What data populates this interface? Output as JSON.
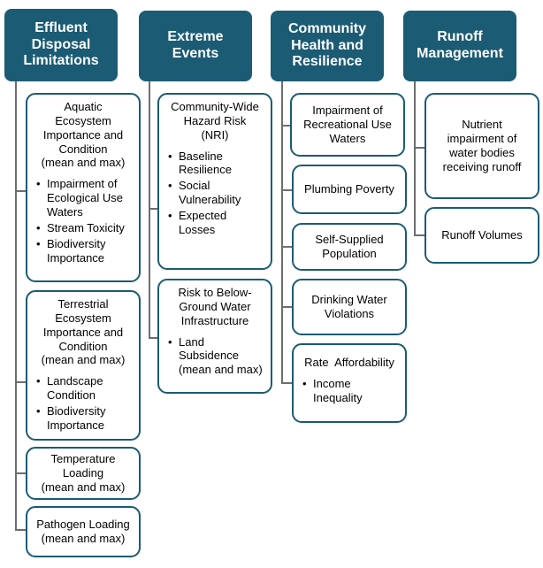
{
  "columns": [
    {
      "header": "Effluent\nDisposal\nLimitations",
      "cards": [
        {
          "title": "Aquatic\nEcosystem\nImportance and\nCondition\n(mean and max)",
          "bullets": [
            "Impairment of Ecological Use Waters",
            "Stream Toxicity",
            "Biodiversity Importance"
          ]
        },
        {
          "title": "Terrestrial\nEcosystem\nImportance and\nCondition\n(mean and max)",
          "bullets": [
            "Landscape Condition",
            "Biodiversity Importance"
          ]
        },
        {
          "title": "Temperature\nLoading\n(mean and max)",
          "bullets": []
        },
        {
          "title": "Pathogen Loading\n(mean and max)",
          "bullets": []
        }
      ]
    },
    {
      "header": "Extreme\nEvents",
      "cards": [
        {
          "title": "Community-Wide\nHazard Risk\n(NRI)",
          "bullets": [
            "Baseline Resilience",
            "Social Vulnerability",
            "Expected Losses"
          ]
        },
        {
          "title": "Risk to Below-\nGround Water\nInfrastructure",
          "bullets": [
            "Land Subsidence (mean and max)"
          ]
        }
      ]
    },
    {
      "header": "Community\nHealth and\nResilience",
      "cards": [
        {
          "title": "Impairment of\nRecreational Use\nWaters",
          "bullets": []
        },
        {
          "title": "Plumbing Poverty",
          "bullets": []
        },
        {
          "title": "Self-Supplied\nPopulation",
          "bullets": []
        },
        {
          "title": "Drinking Water\nViolations",
          "bullets": []
        },
        {
          "title": "Rate  Affordability",
          "bullets": [
            "Income Inequality"
          ]
        }
      ]
    },
    {
      "header": "Runoff\nManagement",
      "cards": [
        {
          "title": "Nutrient\nimpairment of\nwater bodies\nreceiving runoff",
          "bullets": []
        },
        {
          "title": "Runoff Volumes",
          "bullets": []
        }
      ]
    }
  ]
}
